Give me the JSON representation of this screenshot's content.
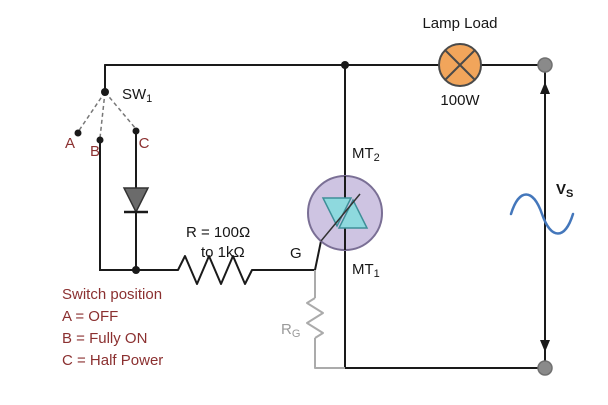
{
  "diagram": {
    "type": "circuit-schematic",
    "description": "Triac lamp dimmer circuit with three-position selector switch",
    "lamp": {
      "label": "Lamp Load",
      "power": "100W"
    },
    "switch": {
      "name_main": "SW",
      "name_sub": "1",
      "contacts": {
        "a": "A",
        "b": "B",
        "c": "C"
      }
    },
    "series_resistor": {
      "line1": "R = 100Ω",
      "line2": "to 1kΩ"
    },
    "triac": {
      "gate_label": "G",
      "mt2_main": "MT",
      "mt2_sub": "2",
      "mt1_main": "MT",
      "mt1_sub": "1"
    },
    "gate_resistor": {
      "name_main": "R",
      "name_sub": "G"
    },
    "source": {
      "name_main": "V",
      "name_sub": "S"
    },
    "legend": {
      "title": "Switch position",
      "item_a": "A = OFF",
      "item_b": "B = Fully ON",
      "item_c": "C = Half Power"
    },
    "colors": {
      "wire": "#1a1a1a",
      "lamp_fill": "#F1A55B",
      "lamp_stroke": "#4a4a4a",
      "triac_fill": "#CEC4E2",
      "triac_stroke": "#7A6F95",
      "triangle_fill": "#8ED9DE",
      "triangle_stroke": "#3E8F98",
      "legend_text": "#8B3030",
      "sine_blue": "#4477BB",
      "gray_wire": "#ABABAB",
      "terminal_gray": "#8A8A8A"
    }
  }
}
